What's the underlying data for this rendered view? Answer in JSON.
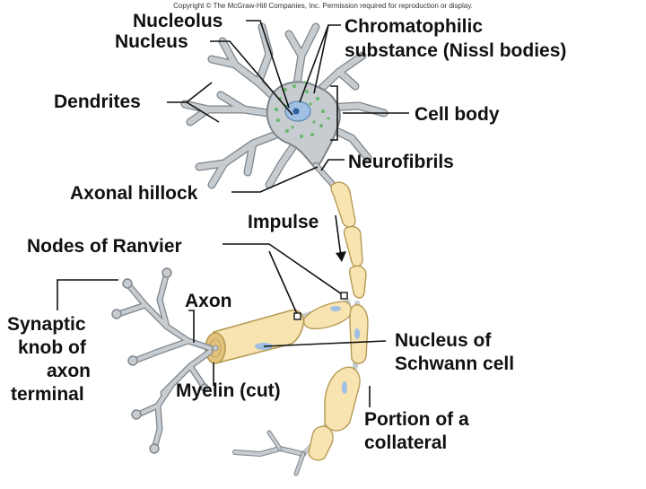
{
  "copyright": "Copyright © The McGraw-Hill Companies, Inc. Permission required for reproduction or display.",
  "colors": {
    "neuron": "#c7ccd1",
    "neuron_outline": "#7d848a",
    "myelin": "#f7e4b0",
    "myelin_outline": "#b59a55",
    "nucleus": "#9fbfe3",
    "nissl": "#66b86a",
    "leader": "#111111"
  },
  "labels": {
    "nucleolus": "Nucleolus",
    "nucleus": "Nucleus",
    "chromatophilic_1": "Chromatophilic",
    "chromatophilic_2": "substance (Nissl bodies)",
    "dendrites": "Dendrites",
    "cell_body": "Cell body",
    "neurofibrils": "Neurofibrils",
    "axonal_hillock": "Axonal hillock",
    "impulse": "Impulse",
    "nodes_of_ranvier": "Nodes of Ranvier",
    "axon": "Axon",
    "synaptic_1": "Synaptic",
    "synaptic_2": "knob of",
    "synaptic_3": "axon",
    "synaptic_4": "terminal",
    "schwann_1": "Nucleus of",
    "schwann_2": "Schwann cell",
    "myelin_cut": "Myelin (cut)",
    "collateral_1": "Portion of a",
    "collateral_2": "collateral"
  }
}
